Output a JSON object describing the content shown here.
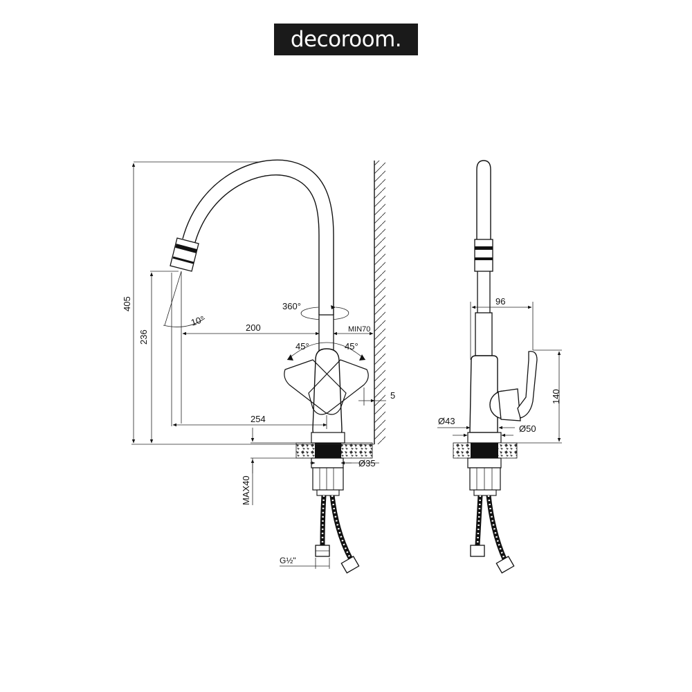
{
  "brand": {
    "logo": "decoroom."
  },
  "front_view": {
    "height_total": "405",
    "spout_height": "236",
    "rotation": "360°",
    "spout_angle": "10°",
    "spout_reach": "200",
    "wall_min": "MIN70",
    "handle_angle_left": "45°",
    "handle_angle_right": "45°",
    "handle_clearance": "5",
    "base_reach": "254",
    "hole_diameter": "Ø35",
    "max_countertop": "MAX40",
    "thread": "G½\""
  },
  "side_view": {
    "handle_depth": "96",
    "handle_height": "140",
    "body_diameter": "Ø43",
    "base_diameter": "Ø50"
  },
  "colors": {
    "line": "#111111",
    "logo_bg": "#1a1a1a",
    "logo_text": "#ffffff"
  }
}
